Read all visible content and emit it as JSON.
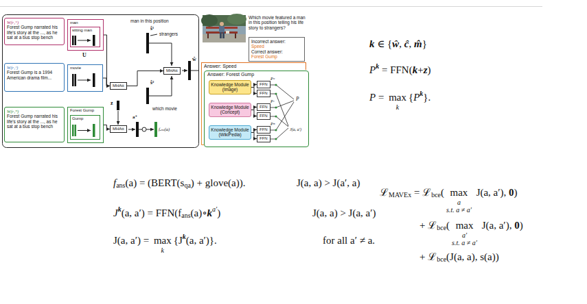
{
  "diagram": {
    "nodes": [
      {
        "text": [
          "W(r₁ʷ)",
          "Forest Gump narrated his life's story at the ..., as he sat at a bus stop bench"
        ]
      },
      {
        "text": [
          "W(r₁ᶜ)",
          "Forest Gump is a 1994 American drama film..."
        ]
      },
      {
        "text": [
          "W(r₁ᵐ)",
          "Forest Gump narrated his life's story at the ..., as he sat at a bus stop bench"
        ]
      },
      {
        "text": [
          "man"
        ]
      },
      {
        "text": [
          "sitting man"
        ],
        "in": 3
      },
      {
        "text": [
          "movie"
        ]
      },
      {
        "text": [
          "Forest Gump"
        ]
      },
      {
        "text": [
          "Gump"
        ],
        "in": 6
      },
      {
        "text": [
          "MHAtt"
        ]
      },
      {
        "text": [
          "MHAtt"
        ]
      },
      {
        "text": [
          "MHAtt"
        ]
      },
      {
        "text": [
          "Incorrect answer:",
          "Speed",
          "Correct answer:",
          "Forest Gump"
        ]
      },
      {
        "text": [
          "Answer: Speed"
        ]
      },
      {
        "text": [
          "Answer: Forest Gump"
        ]
      },
      {
        "text": [
          "Knowledge Module (Image)"
        ],
        "in": 13
      },
      {
        "text": [
          "Knowledge Module (Concept)"
        ],
        "in": 13
      },
      {
        "text": [
          "Knowledge Module (WikiPedia)"
        ],
        "in": 13
      },
      {
        "text": [
          "FFN"
        ],
        "in": 13
      },
      {
        "text": [
          "FFN"
        ],
        "in": 13
      },
      {
        "text": [
          "FFN"
        ],
        "in": 13
      },
      {
        "text": [
          "FFN"
        ],
        "in": 13
      },
      {
        "text": [
          "FFN"
        ],
        "in": 13
      },
      {
        "text": [
          "FFN"
        ],
        "in": 13
      }
    ],
    "edges": [
      {
        "from": 3,
        "to": 8,
        "arrow": "to"
      },
      {
        "from": 5,
        "to": 8,
        "arrow": "to"
      },
      {
        "from": 8,
        "to": 9,
        "arrow": "to"
      },
      {
        "from": 6,
        "to": 10,
        "arrow": "to"
      },
      {
        "from": 14,
        "to": 17,
        "arrow": "to"
      },
      {
        "from": 14,
        "to": 18,
        "arrow": "to"
      },
      {
        "from": 15,
        "to": 19,
        "arrow": "to"
      },
      {
        "from": 15,
        "to": 20,
        "arrow": "to"
      },
      {
        "from": 16,
        "to": 21,
        "arrow": "to"
      },
      {
        "from": 16,
        "to": 22,
        "arrow": "to"
      }
    ],
    "labels": [
      "man in this position",
      "strangers",
      "which movie",
      "U",
      "ŝ¹",
      "ŝ²",
      "ŵ",
      "z",
      "a⁺",
      "fₐₙₛ(a)",
      "Which movie featured a man in this position telling his life story to strangers?",
      "Pʷ",
      "Pᶜ",
      "Pᵐ",
      "P",
      "J(a, a′)",
      "k",
      " ∈ {",
      "ŵ",
      ", ",
      "ĉ",
      ", ",
      "m̂",
      "}",
      "P",
      "k",
      " = FFN(",
      "k",
      "+",
      "z",
      ")",
      "P",
      " = ",
      "max",
      "k",
      "{",
      "P",
      "k",
      "}.",
      "f",
      "ans",
      "(a) = (BERT(s",
      "qa",
      ") + glove(a)).",
      "J(a, a) > J(a′, a)",
      "J",
      "k",
      "(a, a′) = FFN(f",
      "ans",
      "(a)∘",
      "k",
      "a′",
      ")",
      "J(a, a) > J(a, a′)",
      "J(a, a′) = ",
      "max",
      "k",
      "{J",
      "k",
      "(a, a′)}.",
      "for all a′ ≠ a.",
      "ℒ",
      "MAVEx",
      " = ℒ",
      "bce",
      "(",
      "max",
      "a",
      "s.t. a ≠ a′",
      " J(a, a′), ",
      "0",
      ")",
      "+ ℒ",
      "bce",
      "(",
      "max",
      "a′",
      "s.t. a ≠ a′",
      " J(a, a′), ",
      "0",
      ")",
      "+ ℒ",
      "bce",
      "(J(a, a), s(a))"
    ]
  }
}
